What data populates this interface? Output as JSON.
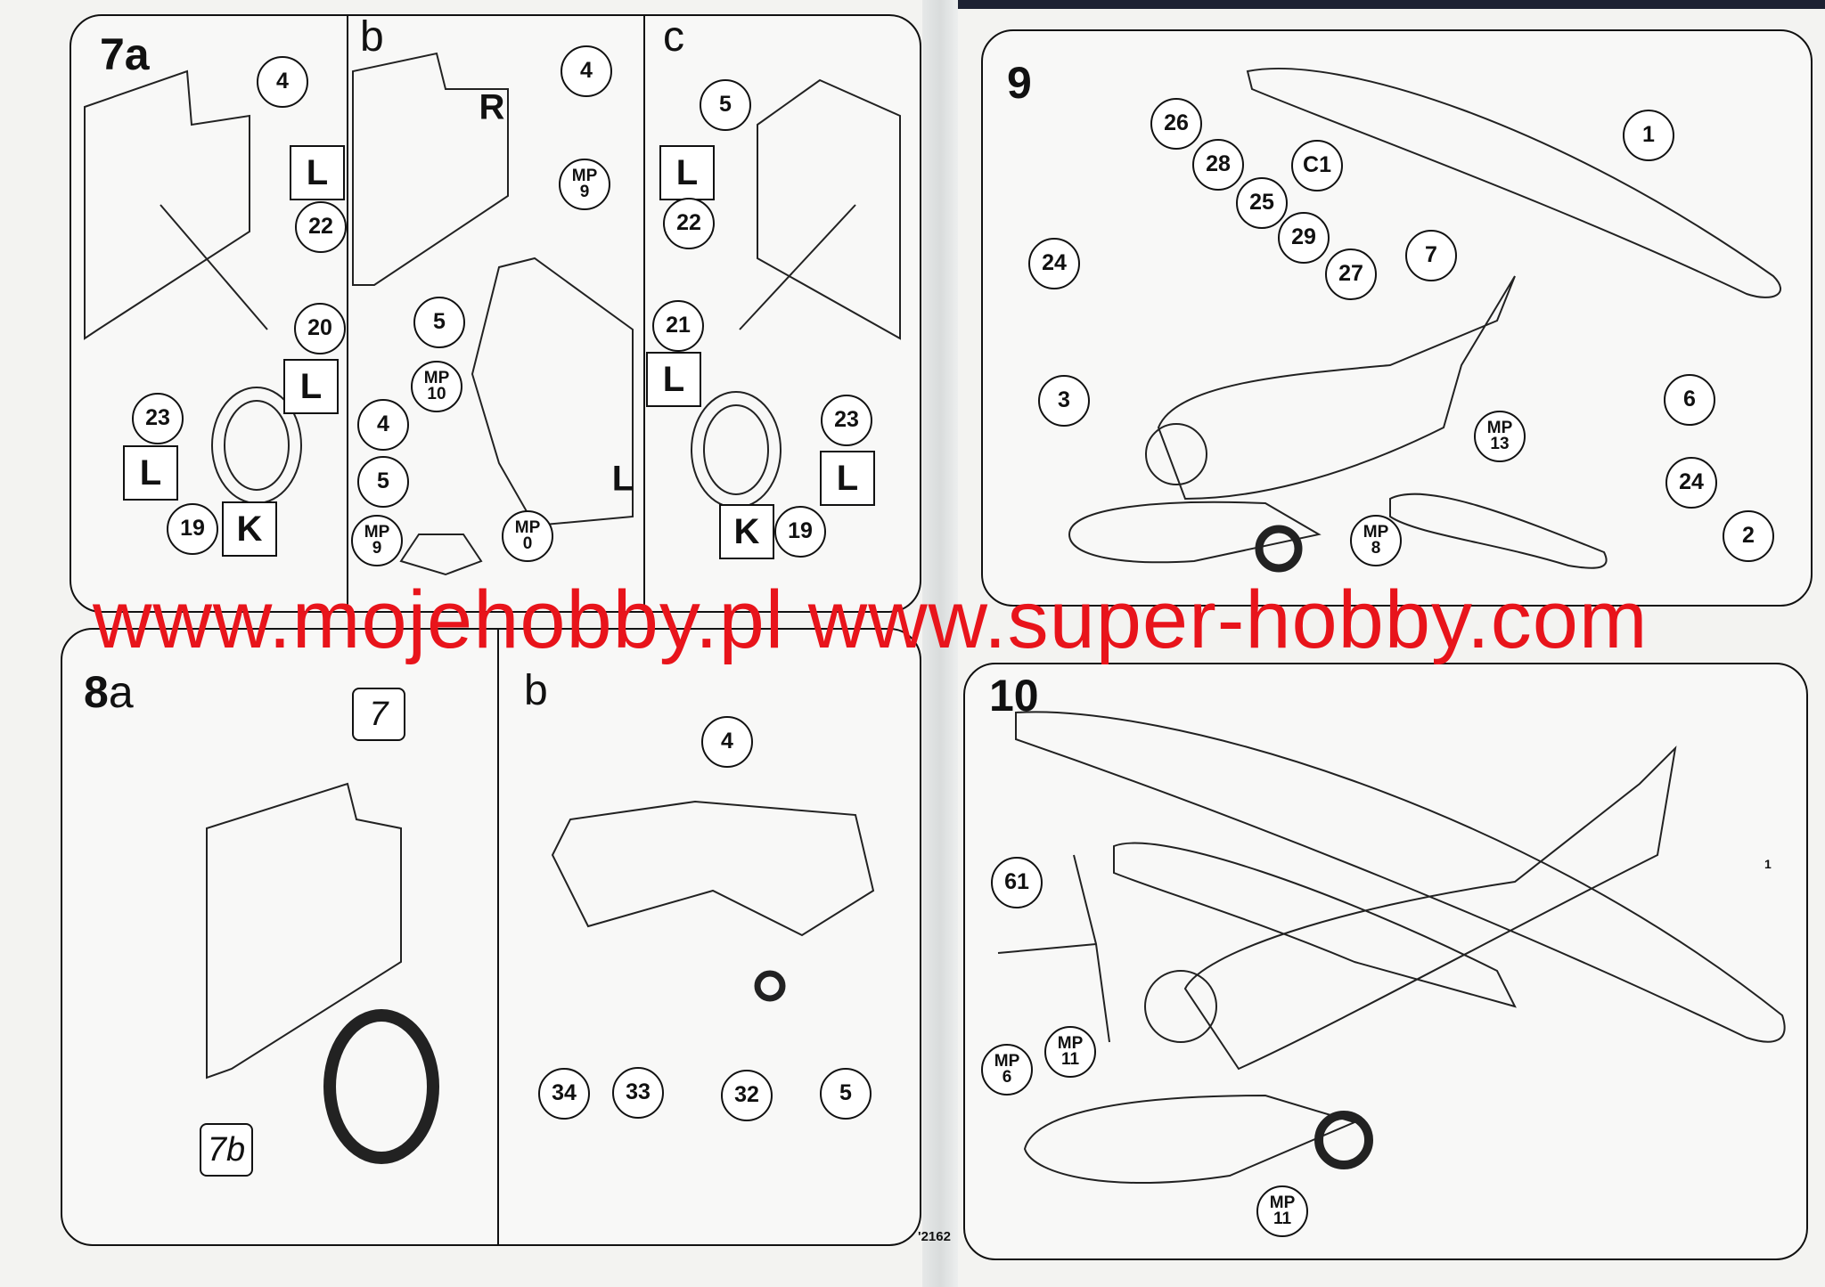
{
  "watermark": "www.mojehobby.pl www.super-hobby.com",
  "footer_code": "'2162",
  "colors": {
    "watermark": "#e8141b",
    "ink": "#111111",
    "paper": "#f8f8f7"
  },
  "step7": {
    "a": {
      "title": "7a",
      "callouts": [
        "4",
        "L",
        "22",
        "20",
        "L",
        "23",
        "L",
        "19",
        "K"
      ]
    },
    "b": {
      "title": "b",
      "side_R": "R",
      "side_L": "L",
      "callouts": [
        "4",
        "MP\n9",
        "5",
        "MP\n10",
        "4",
        "5",
        "MP\n9",
        "MP\n0"
      ]
    },
    "c": {
      "title": "c",
      "callouts": [
        "5",
        "L",
        "22",
        "21",
        "L",
        "23",
        "L",
        "K",
        "19"
      ]
    }
  },
  "step8": {
    "a": {
      "title_num": "8",
      "title_letter": "a",
      "callouts": [
        "7",
        "7b"
      ]
    },
    "b": {
      "title": "b",
      "callouts": [
        "4",
        "34",
        "33",
        "32",
        "5"
      ]
    }
  },
  "step9": {
    "title": "9",
    "callouts": [
      "1",
      "26",
      "28",
      "C1",
      "25",
      "29",
      "27",
      "7",
      "24",
      "3",
      "6",
      "MP\n13",
      "24",
      "MP\n8",
      "2"
    ]
  },
  "step10": {
    "title": "10",
    "callouts": [
      "61",
      "MP\n6",
      "MP\n11",
      "MP\n11"
    ],
    "page_mark": "1"
  }
}
